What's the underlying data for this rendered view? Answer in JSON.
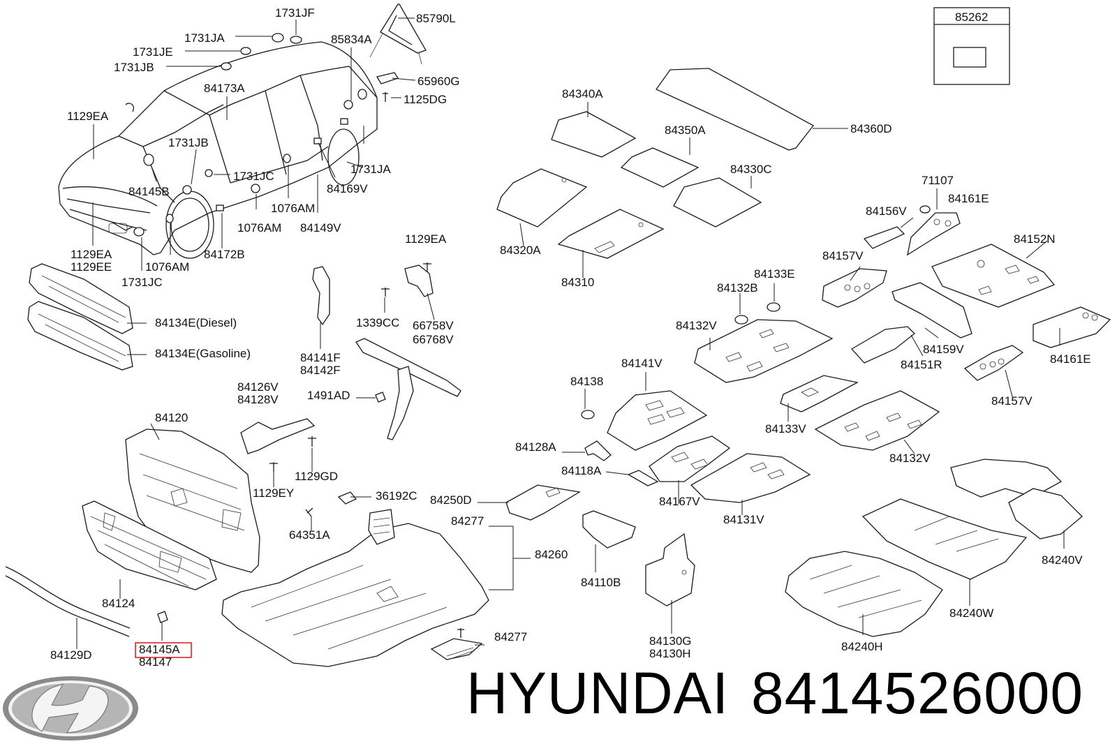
{
  "brand": {
    "name": "HYUNDAI",
    "part_number": "8414526000"
  },
  "colors": {
    "ink": "#1a1a1a",
    "highlight": "#d9252a",
    "logo_silver": "#9a9a9a"
  },
  "labels": {
    "l_1731jf": "1731JF",
    "l_85790l": "85790L",
    "l_85262": "85262",
    "l_1731ja_top": "1731JA",
    "l_85834a": "85834A",
    "l_1731je": "1731JE",
    "l_1731jb_top": "1731JB",
    "l_65960g": "65960G",
    "l_84173a": "84173A",
    "l_1125dg": "1125DG",
    "l_84340a": "84340A",
    "l_1129ea_left": "1129EA",
    "l_84360d": "84360D",
    "l_1731jb_mid": "1731JB",
    "l_84350a": "84350A",
    "l_1731jc_mid": "1731JC",
    "l_1731ja_right": "1731JA",
    "l_84330c": "84330C",
    "l_84145b": "84145B",
    "l_84169v": "84169V",
    "l_71107": "71107",
    "l_84161e_top": "84161E",
    "l_1076am_a": "1076AM",
    "l_1076am_b": "1076AM",
    "l_84149v": "84149V",
    "l_84156v": "84156V",
    "l_84320a": "84320A",
    "l_84152n": "84152N",
    "l_1129ea_b": "1129EA",
    "l_1129ee": "1129EE",
    "l_84172b": "84172B",
    "l_1076am_c": "1076AM",
    "l_1129ea_mid": "1129EA",
    "l_84157v_top": "84157V",
    "l_84133e": "84133E",
    "l_1731jc_bot": "1731JC",
    "l_84310": "84310",
    "l_84132b": "84132B",
    "l_84134e_diesel": "84134E(Diesel)",
    "l_1339cc": "1339CC",
    "l_66758v": "66758V",
    "l_66768v": "66768V",
    "l_84132v_top": "84132V",
    "l_84159v": "84159V",
    "l_84134e_gasoline": "84134E(Gasoline)",
    "l_84141f": "84141F",
    "l_84142f": "84142F",
    "l_84151r": "84151R",
    "l_84161e_right": "84161E",
    "l_84141v": "84141V",
    "l_84126v": "84126V",
    "l_84128v": "84128V",
    "l_84138": "84138",
    "l_1491ad": "1491AD",
    "l_84157v_right": "84157V",
    "l_84133v": "84133V",
    "l_84120": "84120",
    "l_84128a": "84128A",
    "l_84132v_bot": "84132V",
    "l_1129gd": "1129GD",
    "l_84118a": "84118A",
    "l_1129ey": "1129EY",
    "l_36192c": "36192C",
    "l_84250d": "84250D",
    "l_84167v": "84167V",
    "l_84131v": "84131V",
    "l_84277_top": "84277",
    "l_64351a": "64351A",
    "l_84240v": "84240V",
    "l_84260": "84260",
    "l_84124": "84124",
    "l_84110b": "84110B",
    "l_84240w": "84240W",
    "l_84277_bot": "84277",
    "l_84130g": "84130G",
    "l_84130h": "84130H",
    "l_84240h": "84240H",
    "l_84145a": "84145A",
    "l_84129d": "84129D",
    "l_84147": "84147"
  }
}
